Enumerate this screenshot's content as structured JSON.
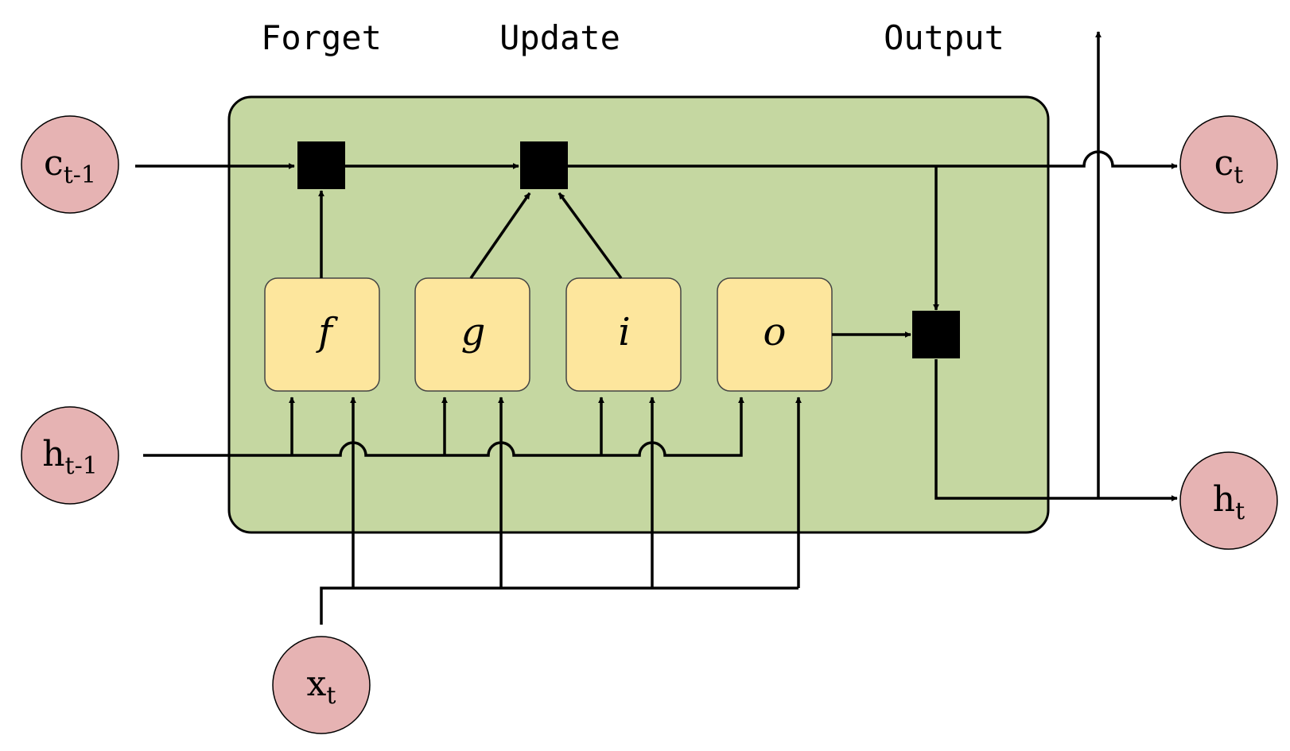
{
  "colors": {
    "cell_fill": "#c5d7a1",
    "gate_fill": "#fde69d",
    "node_fill": "#e6b3b3",
    "op_fill": "#000000",
    "line": "#000000"
  },
  "sections": {
    "forget": "Forget",
    "update": "Update",
    "output": "Output"
  },
  "gates": {
    "f": "f",
    "g": "g",
    "i": "i",
    "o": "o"
  },
  "nodes": {
    "c_prev": {
      "main": "c",
      "sub": "t-1"
    },
    "h_prev": {
      "main": "h",
      "sub": "t-1"
    },
    "x": {
      "main": "x",
      "sub": "t"
    },
    "c_next": {
      "main": "c",
      "sub": "t"
    },
    "h_next": {
      "main": "h",
      "sub": "t"
    }
  }
}
